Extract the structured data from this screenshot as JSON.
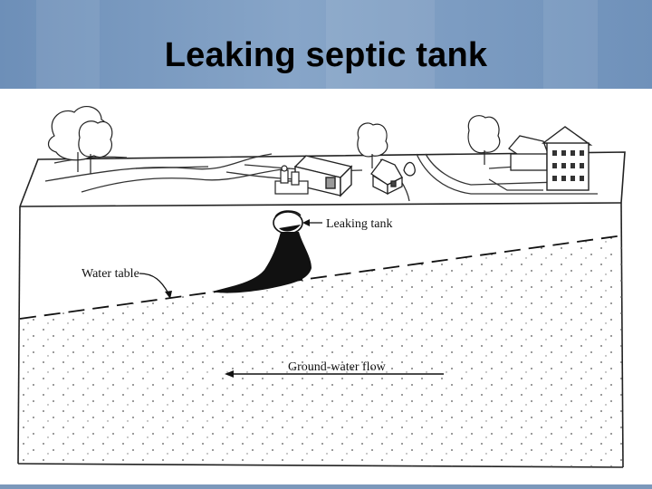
{
  "slide": {
    "title": "Leaking septic tank",
    "header_color": "#7a9bc2"
  },
  "diagram": {
    "labels": {
      "leaking_tank": "Leaking tank",
      "water_table": "Water table",
      "groundwater_flow": "Ground-water flow"
    }
  }
}
